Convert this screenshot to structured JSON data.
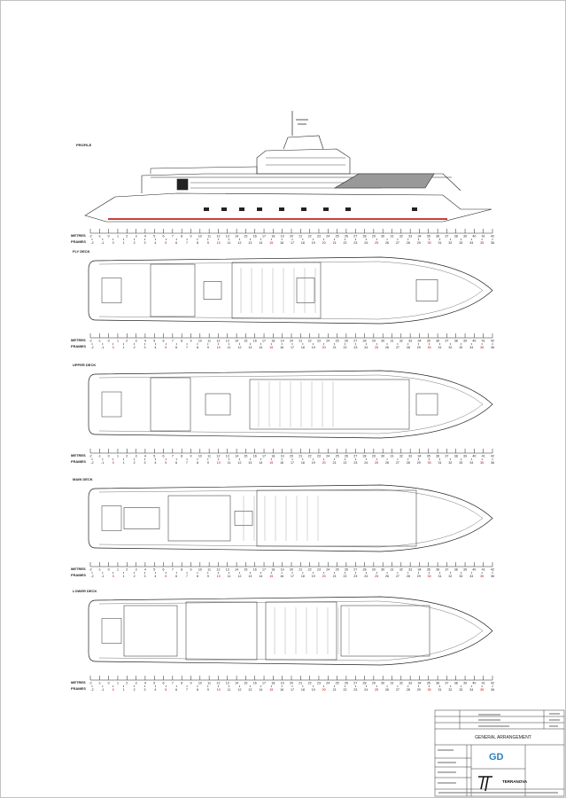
{
  "views": [
    {
      "id": "profile",
      "label": "PROFILE"
    },
    {
      "id": "fly",
      "label": "FLY DECK"
    },
    {
      "id": "upper",
      "label": "UPPER DECK"
    },
    {
      "id": "main",
      "label": "MAIN DECK"
    },
    {
      "id": "lower",
      "label": "LOWER DECK"
    }
  ],
  "scale": {
    "metres_label": "METRES",
    "frames_label": "FRAMES",
    "metres_range": [
      -2,
      42
    ],
    "frames_range": [
      -2,
      36
    ]
  },
  "title_block": {
    "title": "GENERAL ARRANGEMENT",
    "designer_logo": "GD",
    "builder_logo": "TERRANOVA",
    "hull_line_color": "#b00000"
  }
}
